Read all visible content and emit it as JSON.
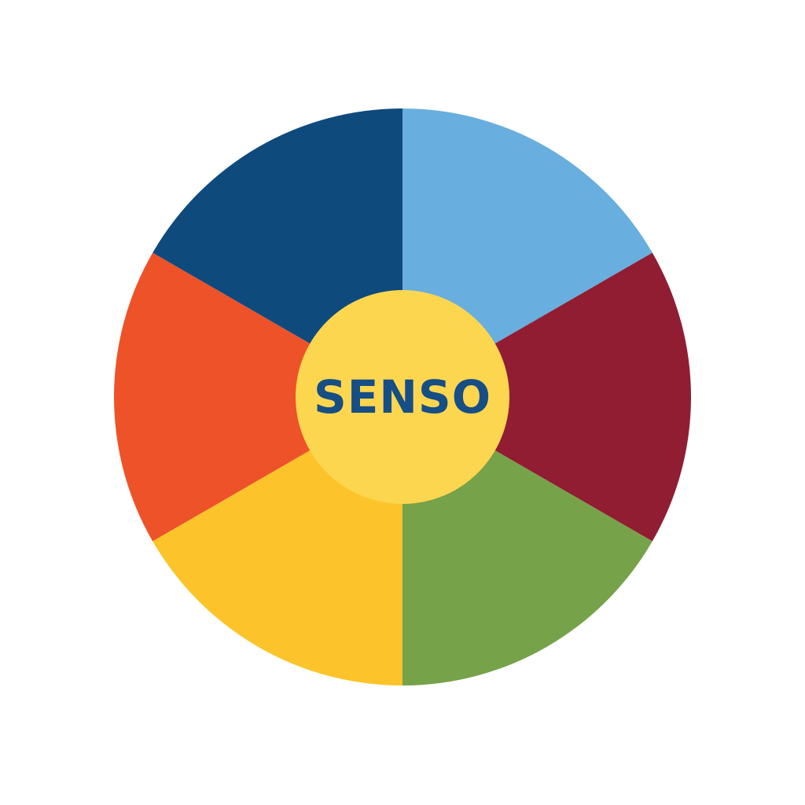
{
  "background_color": "#ffffff",
  "wheel": {
    "segments": [
      {
        "name": "segment-top-right",
        "color": "#68aede"
      },
      {
        "name": "segment-right",
        "color": "#901d32"
      },
      {
        "name": "segment-bottom-right",
        "color": "#76a249"
      },
      {
        "name": "segment-bottom-left",
        "color": "#fcc42a"
      },
      {
        "name": "segment-left",
        "color": "#ee5228"
      },
      {
        "name": "segment-top-left",
        "color": "#0f4a7d"
      }
    ],
    "hub": {
      "label": "SENSO",
      "fill_color": "#fdd64f",
      "text_color": "#164e86"
    }
  }
}
